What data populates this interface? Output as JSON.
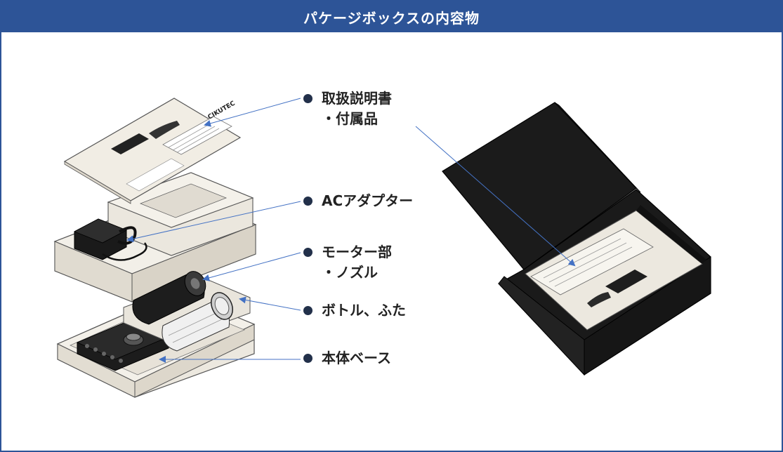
{
  "header": {
    "title": "パケージボックスの内容物"
  },
  "labels": {
    "manual": {
      "line1": "取扱説明書",
      "line2": "・付属品"
    },
    "adapter": {
      "line1": "ACアダプター"
    },
    "motor": {
      "line1": "モーター部",
      "line2": "・ノズル"
    },
    "bottle": {
      "line1": "ボトル、ふた"
    },
    "base": {
      "line1": "本体ベース"
    }
  },
  "manual_card": {
    "brand": "CIKUTEC"
  },
  "colors": {
    "header_bg": "#2d5497",
    "arrow": "#4472c4",
    "bullet": "#22304a",
    "box_dark": "#1e1e1e",
    "cardboard": "#efebe3"
  }
}
